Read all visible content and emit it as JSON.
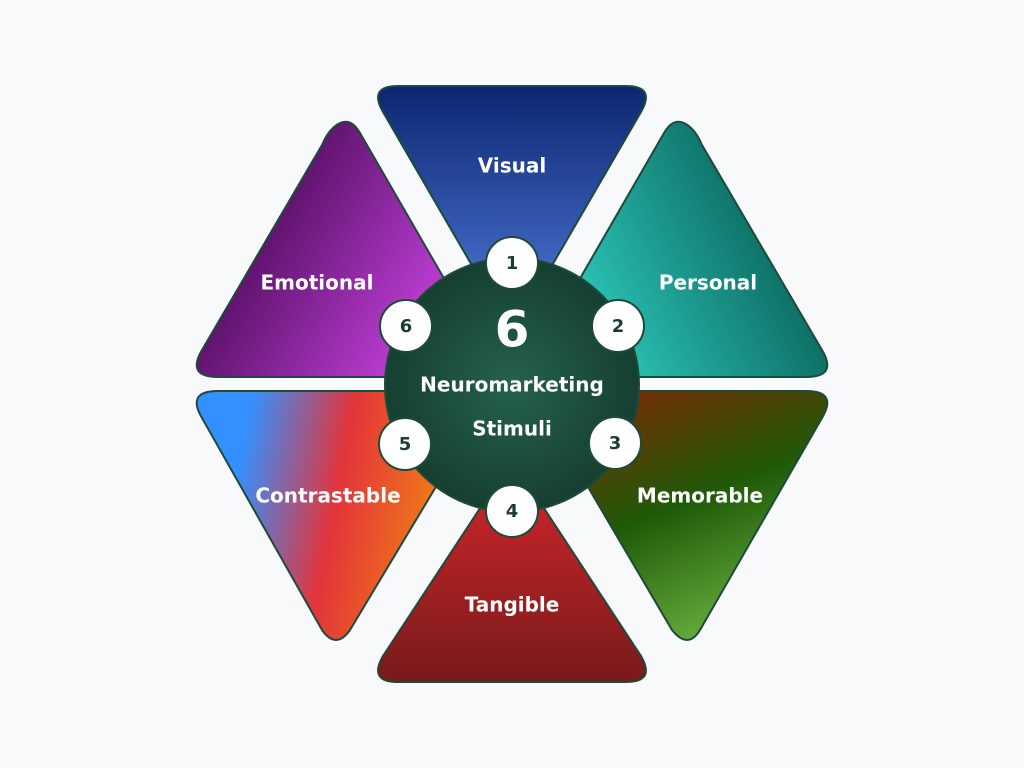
{
  "diagram": {
    "title_number": "6",
    "title_line1": "Neuromarketing",
    "title_line2": "Stimuli",
    "center_color": "#1b4a3a",
    "outline_color": "#1e4a3a",
    "segments": [
      {
        "number": "1",
        "label": "Visual",
        "colors": [
          "#0b2670",
          "#4a72d0"
        ]
      },
      {
        "number": "2",
        "label": "Personal",
        "colors": [
          "#2ec9bd",
          "#035248"
        ]
      },
      {
        "number": "3",
        "label": "Memorable",
        "colors": [
          "#7a2a05",
          "#1f5a08",
          "#66ad3c"
        ]
      },
      {
        "number": "4",
        "label": "Tangible",
        "colors": [
          "#c9252a",
          "#781a1a"
        ]
      },
      {
        "number": "5",
        "label": "Contrastable",
        "colors": [
          "#3590ff",
          "#e3343a",
          "#f07a18"
        ]
      },
      {
        "number": "6",
        "label": "Emotional",
        "colors": [
          "#43064f",
          "#c040d8"
        ]
      }
    ]
  }
}
